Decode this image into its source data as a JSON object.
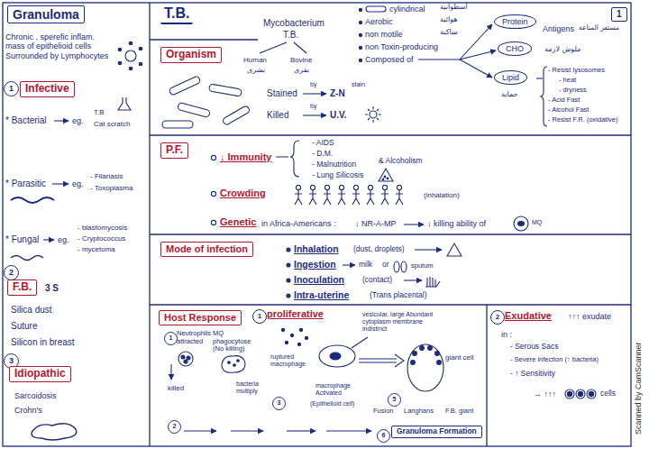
{
  "diagram": {
    "nodes": [
      {
        "text": [
          "Granuloma"
        ]
      },
      {
        "text": [
          "1"
        ]
      },
      {
        "text": [
          "Infective"
        ]
      },
      {
        "text": [
          "2"
        ]
      },
      {
        "text": [
          "F.B."
        ]
      },
      {
        "text": [
          "3"
        ]
      },
      {
        "text": [
          "Idiopathic"
        ]
      },
      {
        "text": [
          "T.B."
        ]
      },
      {
        "text": [
          "1"
        ]
      },
      {
        "text": [
          "Organism"
        ]
      },
      {
        "text": [
          "Protein"
        ]
      },
      {
        "text": [
          "CHO"
        ]
      },
      {
        "text": [
          "Lipid"
        ]
      },
      {
        "text": [
          "P.F."
        ]
      },
      {
        "text": [
          "Mode of infection"
        ]
      },
      {
        "text": [
          "Host Response"
        ]
      },
      {
        "text": [
          "1"
        ]
      },
      {
        "text": [
          "1"
        ]
      },
      {
        "text": [
          "2"
        ]
      },
      {
        "text": [
          "3"
        ]
      },
      {
        "text": [
          "5"
        ]
      },
      {
        "text": [
          "6"
        ]
      },
      {
        "text": [
          "Granuloma Formation"
        ]
      },
      {
        "text": [
          "2"
        ]
      }
    ],
    "labels": [
      "Chronic , sperefic inflam. mass of epithelioid cells Surrounded by Lymphocytes",
      "* Bacterial",
      "eg.",
      "T.B",
      "Cat scratch",
      "* Parasitic",
      "eg.",
      "- Filariasis",
      "- Toxoplasma",
      "* Fungal",
      "eg.",
      "- blastomycosis",
      "- Cryptococcus",
      "- mycetoma",
      "3 S",
      "Silica dust",
      "Suture",
      "Silicon in breast",
      "Sarcoidosis",
      "Crohn's",
      "Mycobacterium",
      "T.B.",
      "Human",
      "بشرى",
      "Bovine",
      "بقرى",
      "cylindrical",
      "أسطوانية",
      "Aerobic",
      "هوائية",
      "non motile",
      "ساكنة",
      "non Toxin-producing",
      "Composed of",
      "Antigens",
      "مستفز المناعة",
      "ملوش لازمة",
      "حماية",
      "- Resist lysosomes",
      "- heat",
      "- dryness",
      "- Acid Fast",
      "- Alcohol Fast",
      "- Resist F.R. (oxidative)",
      "Stained",
      "by",
      "Z-N",
      "stain",
      "Killed",
      "by",
      "U.V.",
      "↓ Immunity",
      "- AIDS",
      "- D.M.",
      "- Malnutrition",
      "& Alcoholism",
      "- Lung Silicosis",
      "Crowding",
      "(inhalation)",
      "Genetic",
      "in Africa-Americans :",
      "↓ NR-A-MP",
      "↓ killing ability of",
      "MQ",
      "Inhalation",
      "(dust, droplets)",
      "Ingestion",
      "milk",
      "or",
      "sputum",
      "Inoculation",
      "(contact)",
      "Intra-uterine",
      "(Trans placental)",
      "proliferative",
      "Neutrophils attracted",
      "killed",
      "MQ phagocytose (No killing)",
      "bacteria multiply",
      "ruptured macrophage",
      "macrophage Activated",
      "(Epithelioid cell)",
      "vesicular, large Abundant cytoplasm membrane indistinct",
      "giant cell",
      "Fusion",
      "Langhans",
      "F.B. giant",
      "Exudative",
      "↑↑↑ exudate",
      "in :",
      "- Serous Sacs",
      "- Severe infection (↑ bacteria)",
      "- ↑ Sensitivity",
      "→ ↑↑↑",
      "cells",
      "Scanned by CamScanner"
    ]
  }
}
